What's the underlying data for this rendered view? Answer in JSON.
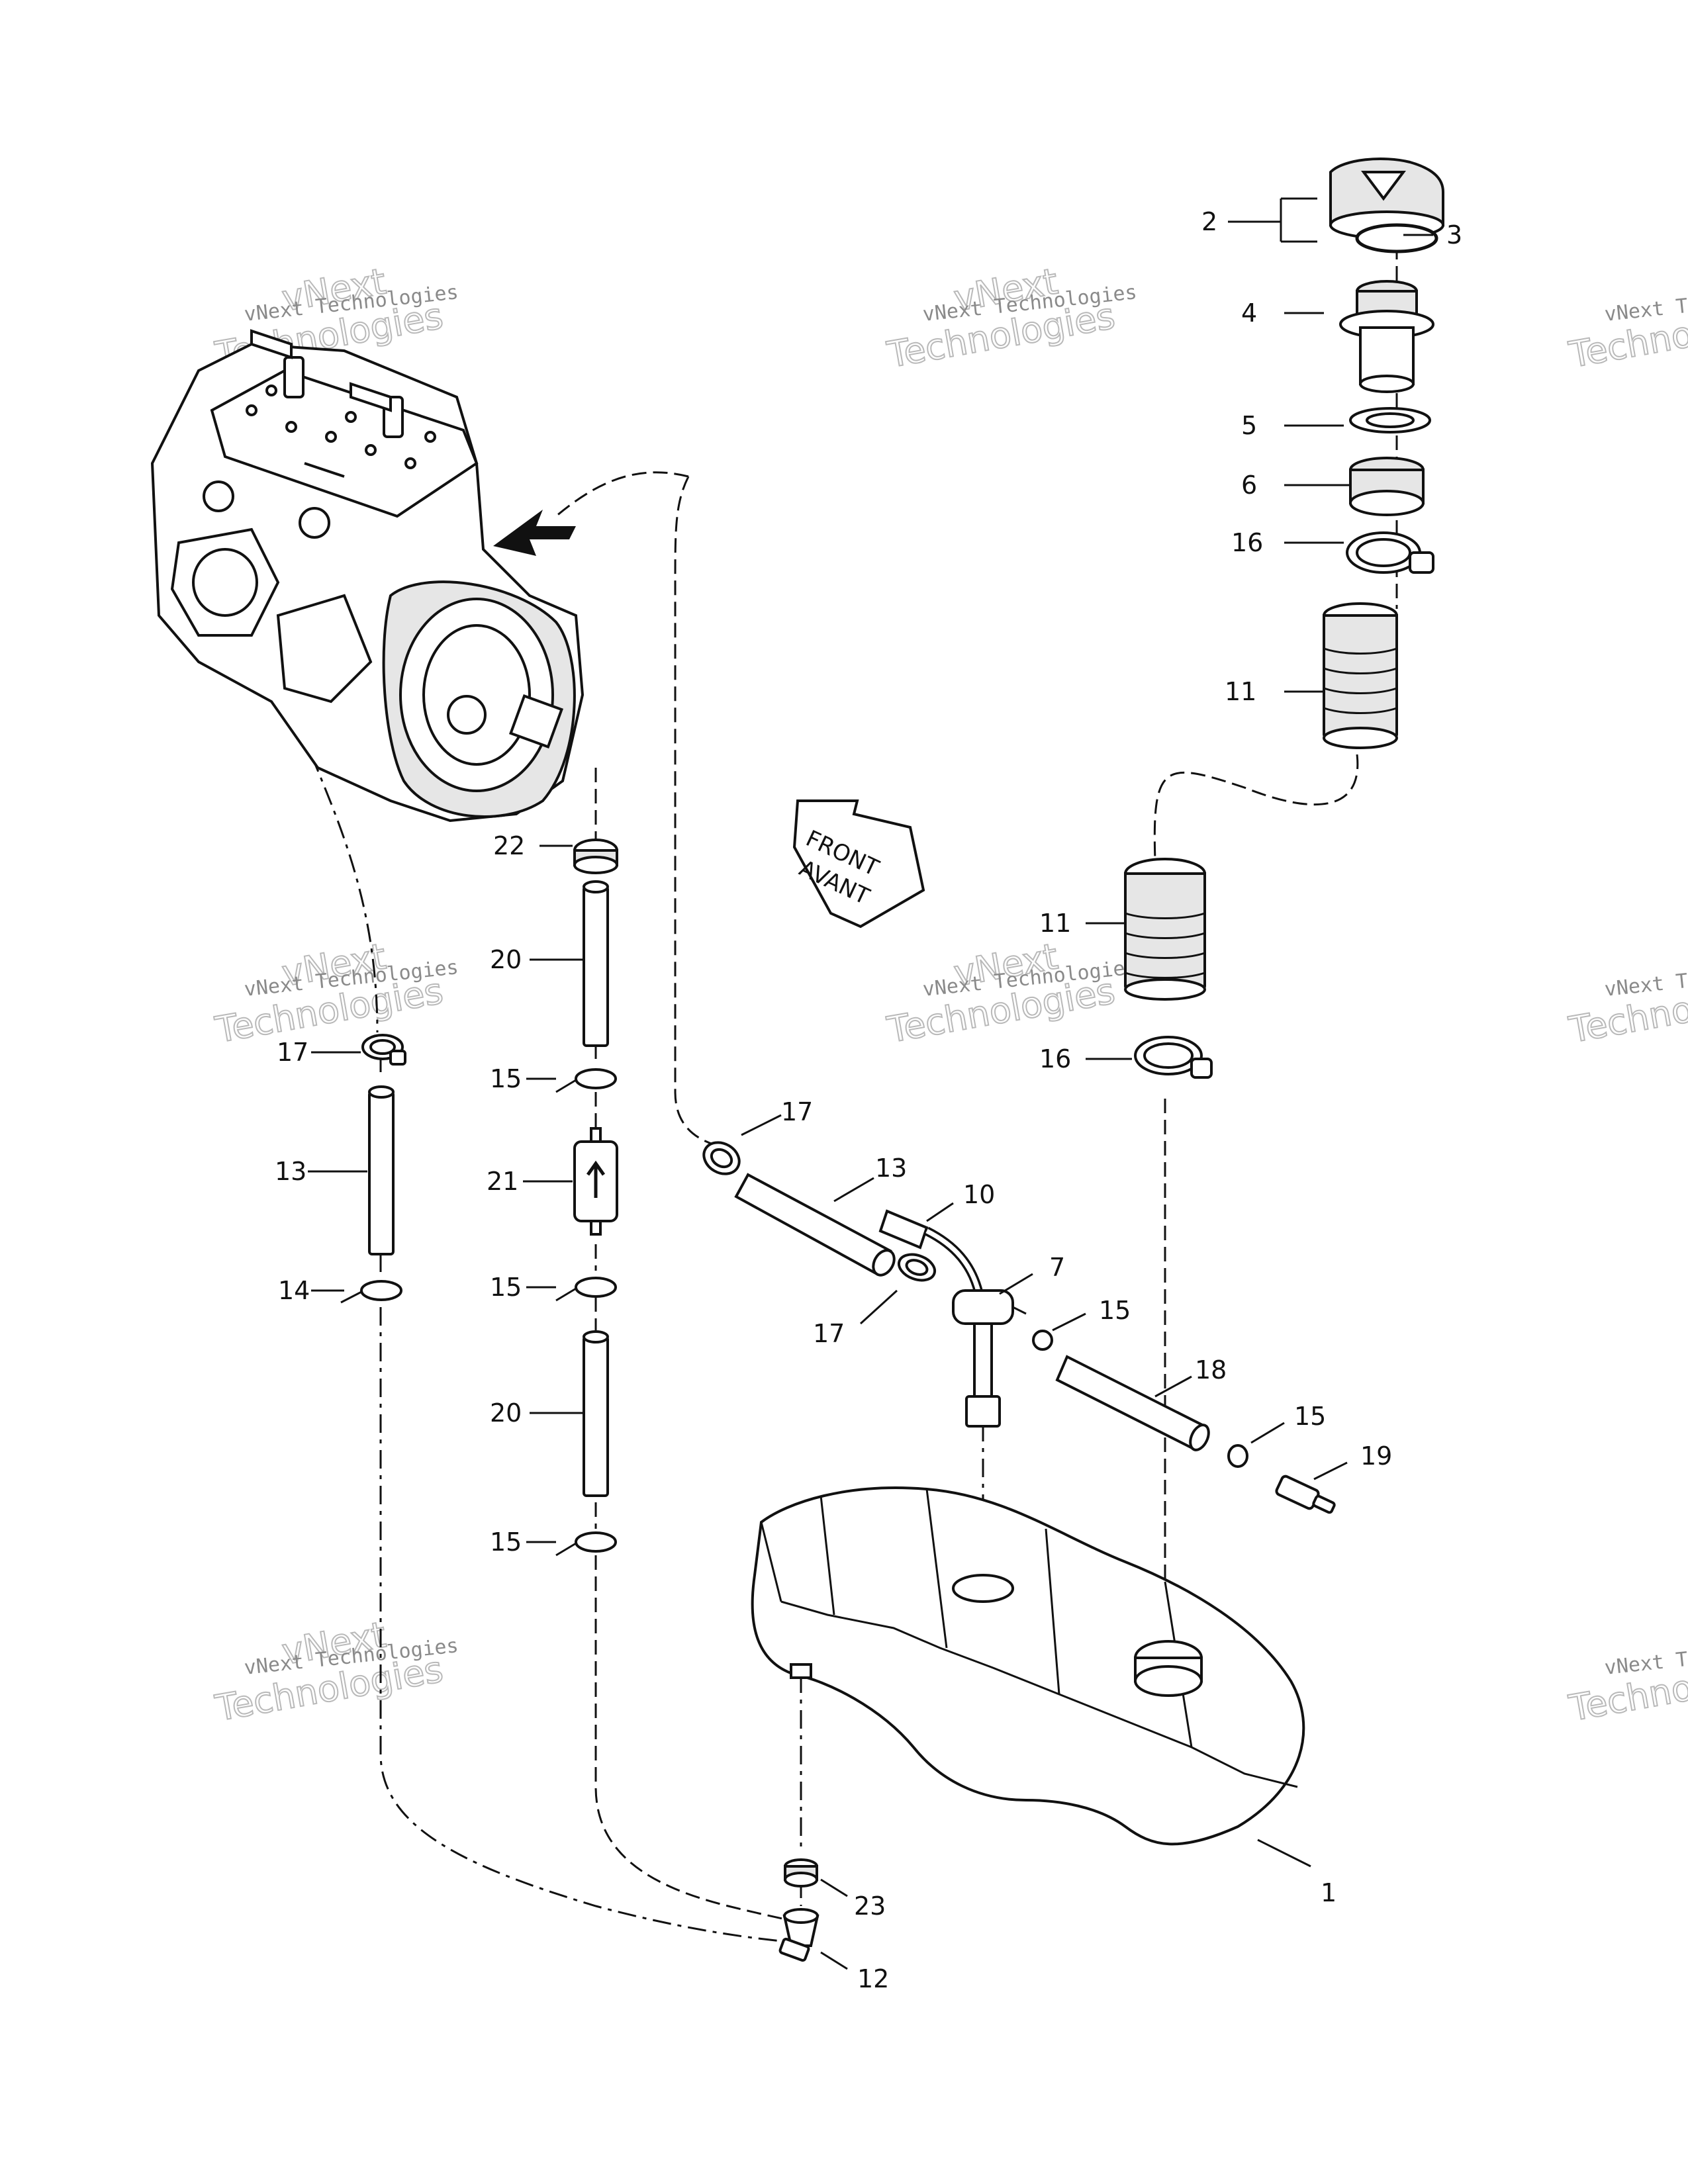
{
  "callouts": [
    {
      "id": "c2",
      "label": "2"
    },
    {
      "id": "c3",
      "label": "3"
    },
    {
      "id": "c4",
      "label": "4"
    },
    {
      "id": "c5",
      "label": "5"
    },
    {
      "id": "c6",
      "label": "6"
    },
    {
      "id": "c16a",
      "label": "16"
    },
    {
      "id": "c11a",
      "label": "11"
    },
    {
      "id": "c11b",
      "label": "11"
    },
    {
      "id": "c16b",
      "label": "16"
    },
    {
      "id": "c22",
      "label": "22"
    },
    {
      "id": "c20a",
      "label": "20"
    },
    {
      "id": "c17a",
      "label": "17"
    },
    {
      "id": "c15a",
      "label": "15"
    },
    {
      "id": "c13a",
      "label": "13"
    },
    {
      "id": "c21",
      "label": "21"
    },
    {
      "id": "c14",
      "label": "14"
    },
    {
      "id": "c15b",
      "label": "15"
    },
    {
      "id": "c20b",
      "label": "20"
    },
    {
      "id": "c15c",
      "label": "15"
    },
    {
      "id": "c17b",
      "label": "17"
    },
    {
      "id": "c13b",
      "label": "13"
    },
    {
      "id": "c10",
      "label": "10"
    },
    {
      "id": "c7",
      "label": "7"
    },
    {
      "id": "c17c",
      "label": "17"
    },
    {
      "id": "c15d",
      "label": "15"
    },
    {
      "id": "c18",
      "label": "18"
    },
    {
      "id": "c15e",
      "label": "15"
    },
    {
      "id": "c19",
      "label": "19"
    },
    {
      "id": "c23",
      "label": "23"
    },
    {
      "id": "c1",
      "label": "1"
    },
    {
      "id": "c12",
      "label": "12"
    }
  ],
  "direction_arrow": {
    "line1": "FRONT",
    "line2": "AVANT"
  },
  "watermark": {
    "line1": "vNext Technologies",
    "line2": "vNext",
    "line3": "Technologies"
  }
}
